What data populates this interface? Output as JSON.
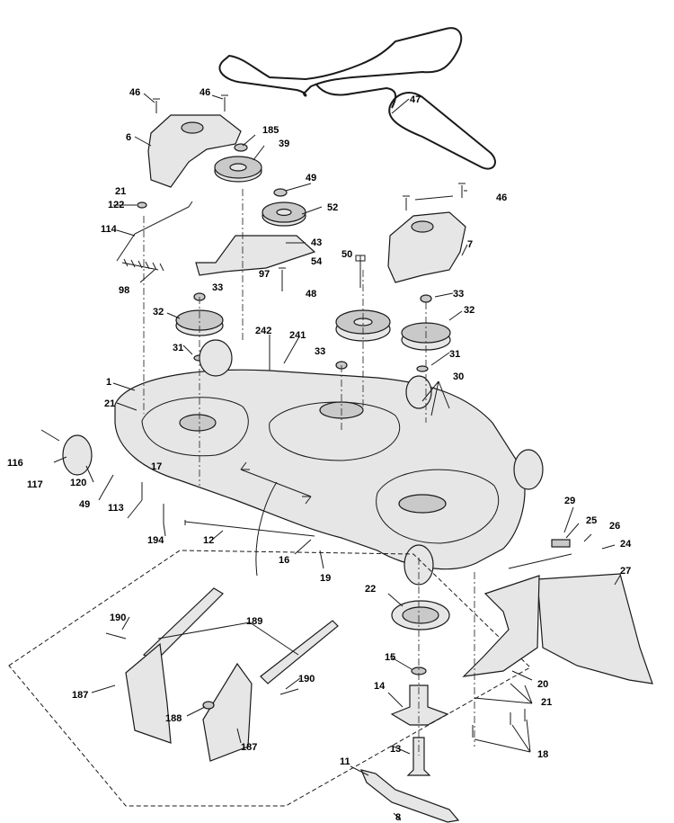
{
  "callouts": [
    {
      "id": "c1",
      "text": "1"
    },
    {
      "id": "c6",
      "text": "6"
    },
    {
      "id": "c7",
      "text": "7"
    },
    {
      "id": "c8",
      "text": "8"
    },
    {
      "id": "c11",
      "text": "11"
    },
    {
      "id": "c12",
      "text": "12"
    },
    {
      "id": "c13",
      "text": "13"
    },
    {
      "id": "c14",
      "text": "14"
    },
    {
      "id": "c15",
      "text": "15"
    },
    {
      "id": "c16",
      "text": "16"
    },
    {
      "id": "c17",
      "text": "17"
    },
    {
      "id": "c18",
      "text": "18"
    },
    {
      "id": "c19",
      "text": "19"
    },
    {
      "id": "c20",
      "text": "20"
    },
    {
      "id": "c21a",
      "text": "21"
    },
    {
      "id": "c21b",
      "text": "21"
    },
    {
      "id": "c21c",
      "text": "21"
    },
    {
      "id": "c22",
      "text": "22"
    },
    {
      "id": "c24",
      "text": "24"
    },
    {
      "id": "c25",
      "text": "25"
    },
    {
      "id": "c26",
      "text": "26"
    },
    {
      "id": "c27",
      "text": "27"
    },
    {
      "id": "c29",
      "text": "29"
    },
    {
      "id": "c30",
      "text": "30"
    },
    {
      "id": "c31a",
      "text": "31"
    },
    {
      "id": "c31b",
      "text": "31"
    },
    {
      "id": "c32a",
      "text": "32"
    },
    {
      "id": "c32b",
      "text": "32"
    },
    {
      "id": "c33a",
      "text": "33"
    },
    {
      "id": "c33b",
      "text": "33"
    },
    {
      "id": "c33c",
      "text": "33"
    },
    {
      "id": "c39",
      "text": "39"
    },
    {
      "id": "c43",
      "text": "43"
    },
    {
      "id": "c46a",
      "text": "46"
    },
    {
      "id": "c46b",
      "text": "46"
    },
    {
      "id": "c46c",
      "text": "46"
    },
    {
      "id": "c47",
      "text": "47"
    },
    {
      "id": "c48",
      "text": "48"
    },
    {
      "id": "c49a",
      "text": "49"
    },
    {
      "id": "c49b",
      "text": "49"
    },
    {
      "id": "c50",
      "text": "50"
    },
    {
      "id": "c52",
      "text": "52"
    },
    {
      "id": "c54",
      "text": "54"
    },
    {
      "id": "c97",
      "text": "97"
    },
    {
      "id": "c98",
      "text": "98"
    },
    {
      "id": "c113",
      "text": "113"
    },
    {
      "id": "c114",
      "text": "114"
    },
    {
      "id": "c116",
      "text": "116"
    },
    {
      "id": "c117",
      "text": "117"
    },
    {
      "id": "c120",
      "text": "120"
    },
    {
      "id": "c122",
      "text": "122"
    },
    {
      "id": "c185",
      "text": "185"
    },
    {
      "id": "c187a",
      "text": "187"
    },
    {
      "id": "c187b",
      "text": "187"
    },
    {
      "id": "c188",
      "text": "188"
    },
    {
      "id": "c189",
      "text": "189"
    },
    {
      "id": "c190a",
      "text": "190"
    },
    {
      "id": "c190b",
      "text": "190"
    },
    {
      "id": "c194",
      "text": "194"
    },
    {
      "id": "c241",
      "text": "241"
    },
    {
      "id": "c242",
      "text": "242"
    }
  ]
}
